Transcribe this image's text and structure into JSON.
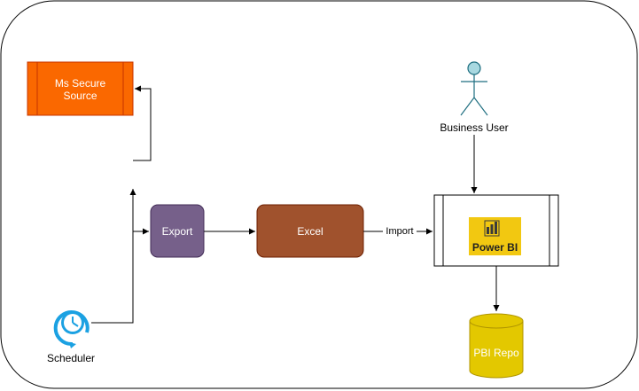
{
  "nodes": {
    "ms_secure_source": {
      "label_line1": "Ms Secure",
      "label_line2": "Source"
    },
    "export": {
      "label": "Export"
    },
    "excel": {
      "label": "Excel"
    },
    "powerbi": {
      "label": "Power BI"
    },
    "pbi_repo": {
      "label": "PBI Repo"
    },
    "business_user": {
      "label": "Business User"
    },
    "scheduler": {
      "label": "Scheduler"
    }
  },
  "edges": {
    "excel_to_powerbi": {
      "label": "Import"
    }
  },
  "colors": {
    "ms_secure_source_fill": "#fa6800",
    "ms_secure_source_stroke": "#c73500",
    "export_fill": "#76608a",
    "excel_fill": "#a0522d",
    "powerbi_logo": "#f2c811",
    "pbi_repo_fill": "#e3c800",
    "pbi_repo_stroke": "#b09500",
    "user_head": "#a8d8e0",
    "scheduler": "#1ba1e2"
  }
}
